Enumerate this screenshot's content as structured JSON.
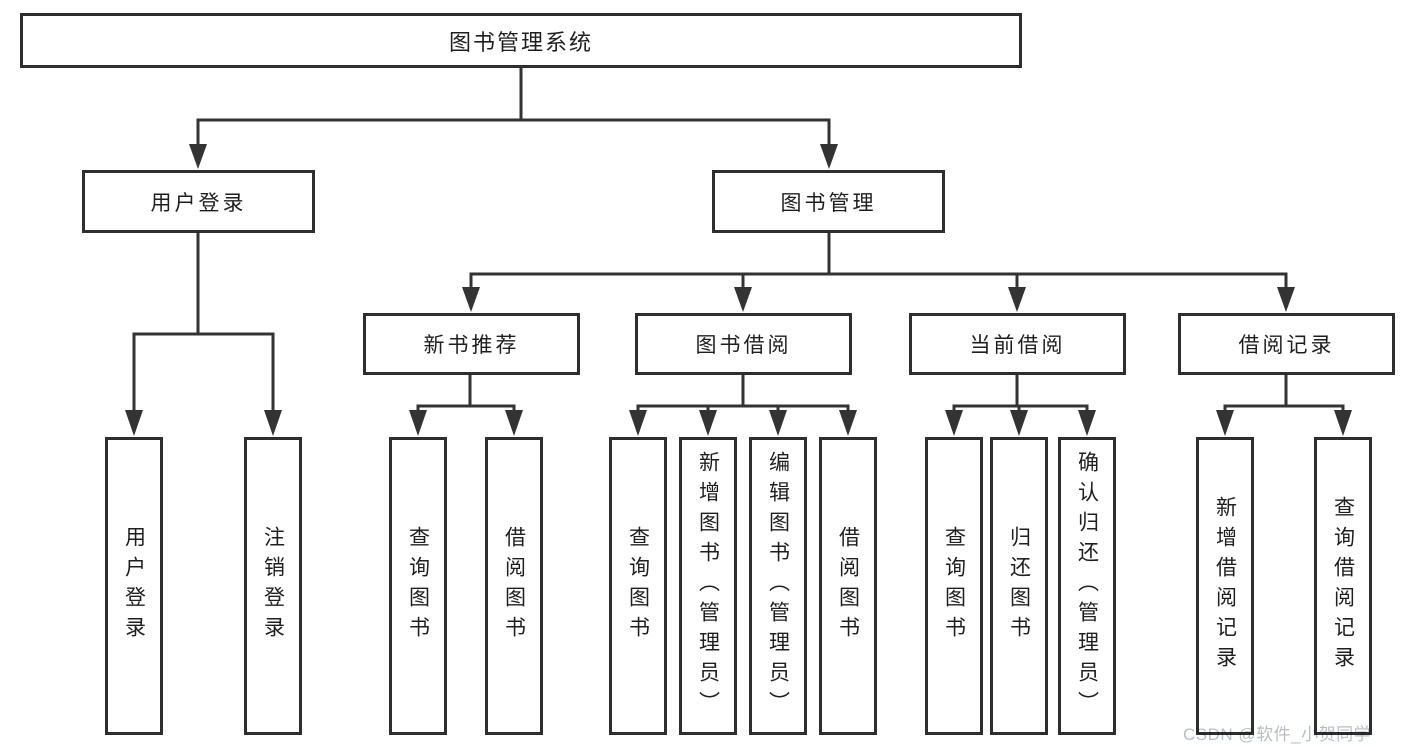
{
  "tree": {
    "root": {
      "label": "图书管理系统",
      "children": [
        {
          "label": "用户登录",
          "children": [
            {
              "label": "用户登录"
            },
            {
              "label": "注销登录"
            }
          ]
        },
        {
          "label": "图书管理",
          "children": [
            {
              "label": "新书推荐",
              "children": [
                {
                  "label": "查询图书"
                },
                {
                  "label": "借阅图书"
                }
              ]
            },
            {
              "label": "图书借阅",
              "children": [
                {
                  "label": "查询图书"
                },
                {
                  "label": "新增图书（管理员）"
                },
                {
                  "label": "编辑图书（管理员）"
                },
                {
                  "label": "借阅图书"
                }
              ]
            },
            {
              "label": "当前借阅",
              "children": [
                {
                  "label": "查询图书"
                },
                {
                  "label": "归还图书"
                },
                {
                  "label": "确认归还（管理员）"
                }
              ]
            },
            {
              "label": "借阅记录",
              "children": [
                {
                  "label": "新增借阅记录"
                },
                {
                  "label": "查询借阅记录"
                }
              ]
            }
          ]
        }
      ]
    }
  },
  "watermark": {
    "text": "CSDN @软件_小贺同学",
    "color": "#b9bec6"
  },
  "colors": {
    "line": "#333333",
    "box_border": "#2e2e2e",
    "text": "#1f1f1f",
    "background": "#ffffff"
  }
}
